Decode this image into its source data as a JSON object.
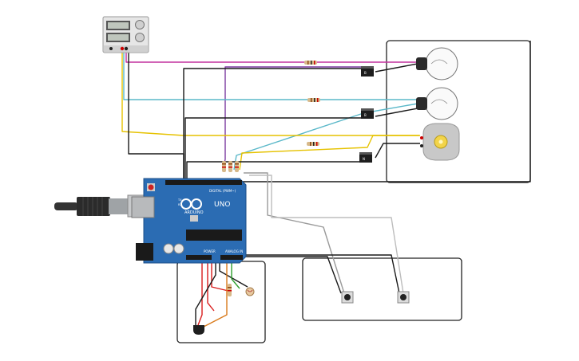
{
  "arduino": {
    "brand": "ARDUINO",
    "model": "UNO",
    "digital_header_label": "DIGITAL (PWM~)",
    "analog_header_label": "ANALOG IN",
    "power_header_label": "POWER",
    "tx_label": "TX",
    "rx_label": "RX",
    "board_color": "#2b6cb3"
  },
  "components": {
    "power_supply": "power-supply",
    "bulbs": 2,
    "dc_motor": "dc-motor",
    "transistors": 3,
    "pushbuttons": 2,
    "temperature_sensor": "temperature-sensor",
    "photoresistor": "photoresistor"
  },
  "colors": {
    "magenta": "#c2309e",
    "purple": "#7b3aa0",
    "cyan": "#5ab8c9",
    "yellow": "#e6c200",
    "black": "#1a1a1a",
    "red": "#d91c1c",
    "green": "#2fa02f",
    "orange": "#d97a1c",
    "grey": "#9a9a9a"
  }
}
